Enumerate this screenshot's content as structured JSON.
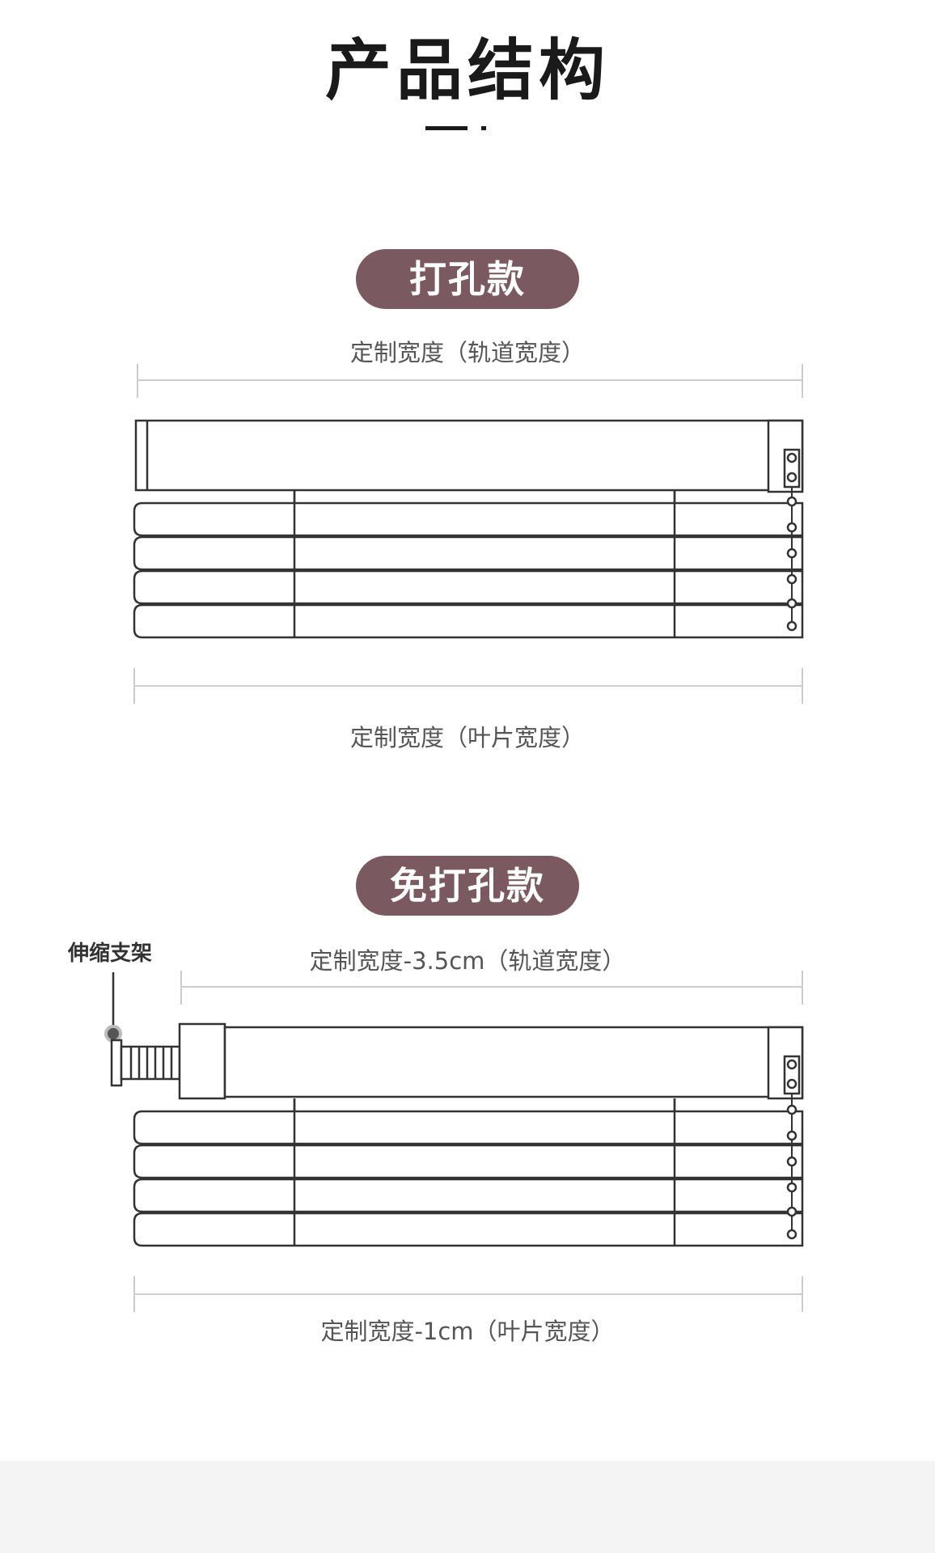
{
  "title": "产品结构",
  "sections": [
    {
      "tag": "打孔款",
      "top_label": "定制宽度（轨道宽度）",
      "bottom_label": "定制宽度（叶片宽度）"
    },
    {
      "tag": "免打孔款",
      "side_label": "伸缩支架",
      "top_label": "定制宽度-3.5cm（轨道宽度）",
      "bottom_label": "定制宽度-1cm（叶片宽度）"
    }
  ],
  "colors": {
    "accent": "#7a5a60",
    "line": "#333333",
    "dim_line": "#cccccc"
  }
}
